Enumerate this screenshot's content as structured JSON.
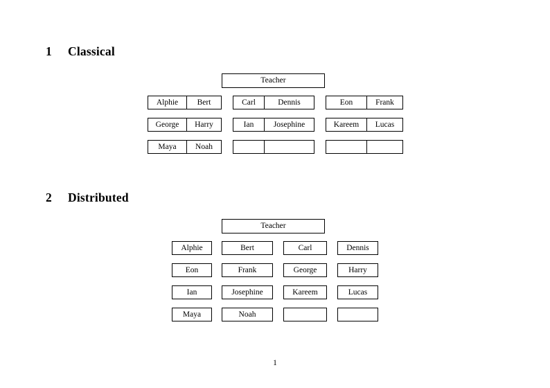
{
  "document": {
    "page_number": "1"
  },
  "sections": [
    {
      "number": "1",
      "title": "Classical",
      "teacher_label": "Teacher",
      "layout": "grouped-pairs",
      "rows": [
        [
          [
            "Alphie",
            "Bert"
          ],
          [
            "Carl",
            "Dennis"
          ],
          [
            "Eon",
            "Frank"
          ]
        ],
        [
          [
            "George",
            "Harry"
          ],
          [
            "Ian",
            "Josephine"
          ],
          [
            "Kareem",
            "Lucas"
          ]
        ],
        [
          [
            "Maya",
            "Noah"
          ],
          [
            "",
            ""
          ],
          [
            "",
            ""
          ]
        ]
      ]
    },
    {
      "number": "2",
      "title": "Distributed",
      "teacher_label": "Teacher",
      "layout": "individual-boxes",
      "rows": [
        [
          "Alphie",
          "Bert",
          "Carl",
          "Dennis"
        ],
        [
          "Eon",
          "Frank",
          "George",
          "Harry"
        ],
        [
          "Ian",
          "Josephine",
          "Kareem",
          "Lucas"
        ],
        [
          "Maya",
          "Noah",
          "",
          ""
        ]
      ]
    }
  ],
  "colors": {
    "text": "#000000",
    "border": "#000000",
    "background": "#ffffff"
  }
}
